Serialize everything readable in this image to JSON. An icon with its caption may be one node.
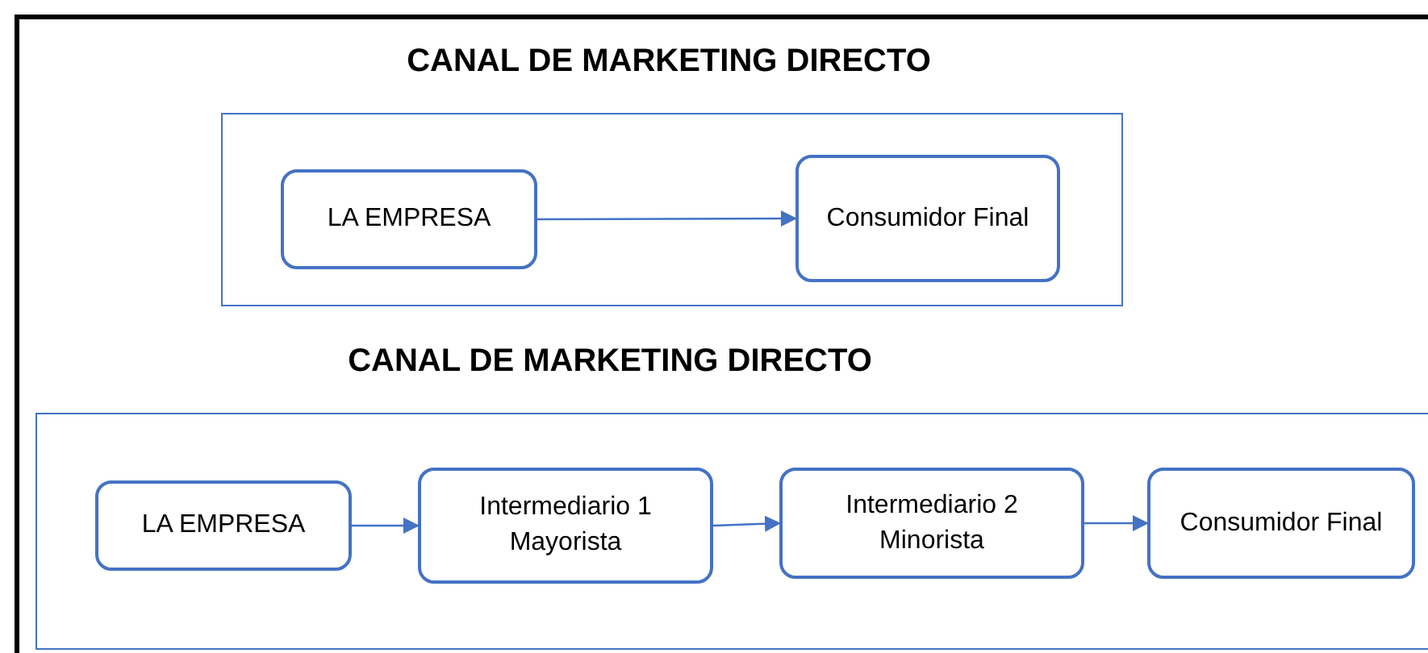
{
  "diagram": {
    "nodes": [
      {
        "text": [
          "CANAL DE MARKETING DIRECTO"
        ]
      },
      {
        "text": [
          "LA EMPRESA"
        ],
        "in": 0
      },
      {
        "text": [
          "Consumidor Final"
        ],
        "in": 0
      },
      {
        "text": [
          "CANAL DE MARKETING DIRECTO"
        ]
      },
      {
        "text": [
          "LA EMPRESA"
        ],
        "in": 3
      },
      {
        "text": [
          "Intermediario 1 Mayorista"
        ],
        "in": 3
      },
      {
        "text": [
          "Intermediario 2 Minorista"
        ],
        "in": 3
      },
      {
        "text": [
          "Consumidor Final"
        ],
        "in": 3
      }
    ],
    "edges": [
      {
        "from": 1,
        "to": 2,
        "arrow": "to"
      },
      {
        "from": 4,
        "to": 5,
        "arrow": "to"
      },
      {
        "from": 5,
        "to": 6,
        "arrow": "to"
      },
      {
        "from": 6,
        "to": 7,
        "arrow": "to"
      }
    ]
  }
}
